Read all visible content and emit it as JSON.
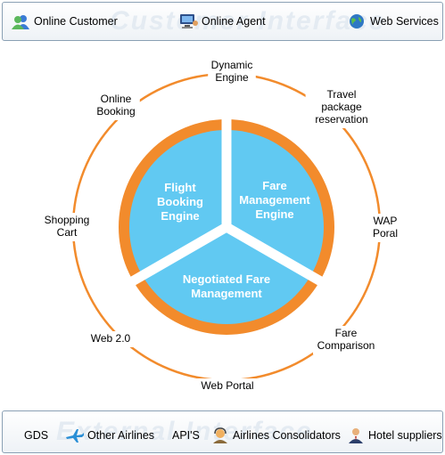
{
  "top_panel": {
    "watermark": "Customer Interface",
    "items": [
      {
        "label": "Online Customer",
        "icon": "users-icon"
      },
      {
        "label": "Online Agent",
        "icon": "computer-agent-icon"
      },
      {
        "label": "Web Services",
        "icon": "globe-icon"
      }
    ]
  },
  "diagram": {
    "segments": [
      {
        "lines": [
          "Flight",
          "Booking",
          "Engine"
        ]
      },
      {
        "lines": [
          "Fare",
          "Management",
          "Engine"
        ]
      },
      {
        "lines": [
          "Negotiated Fare",
          "Management"
        ]
      }
    ],
    "outer_labels": [
      {
        "lines": [
          "Dynamic",
          "Engine"
        ]
      },
      {
        "lines": [
          "Travel",
          "package",
          "reservation"
        ]
      },
      {
        "lines": [
          "WAP",
          "Poral"
        ]
      },
      {
        "lines": [
          "Fare",
          "Comparison"
        ]
      },
      {
        "lines": [
          "Web Portal"
        ]
      },
      {
        "lines": [
          "Web 2.0"
        ]
      },
      {
        "lines": [
          "Shopping",
          "Cart"
        ]
      },
      {
        "lines": [
          "Online",
          "Booking"
        ]
      }
    ],
    "colors": {
      "fill": "#61c9f2",
      "ring": "#f28b2c",
      "arc": "#f28b2c"
    }
  },
  "bottom_panel": {
    "watermark": "External Interface",
    "items": [
      {
        "label": "GDS",
        "icon": ""
      },
      {
        "label": "Other Airlines",
        "icon": "airplane-icon"
      },
      {
        "label": "API'S",
        "icon": ""
      },
      {
        "label": "Airlines Consolidators",
        "icon": "headset-person-icon"
      },
      {
        "label": "Hotel suppliers",
        "icon": "businessman-icon"
      }
    ]
  }
}
